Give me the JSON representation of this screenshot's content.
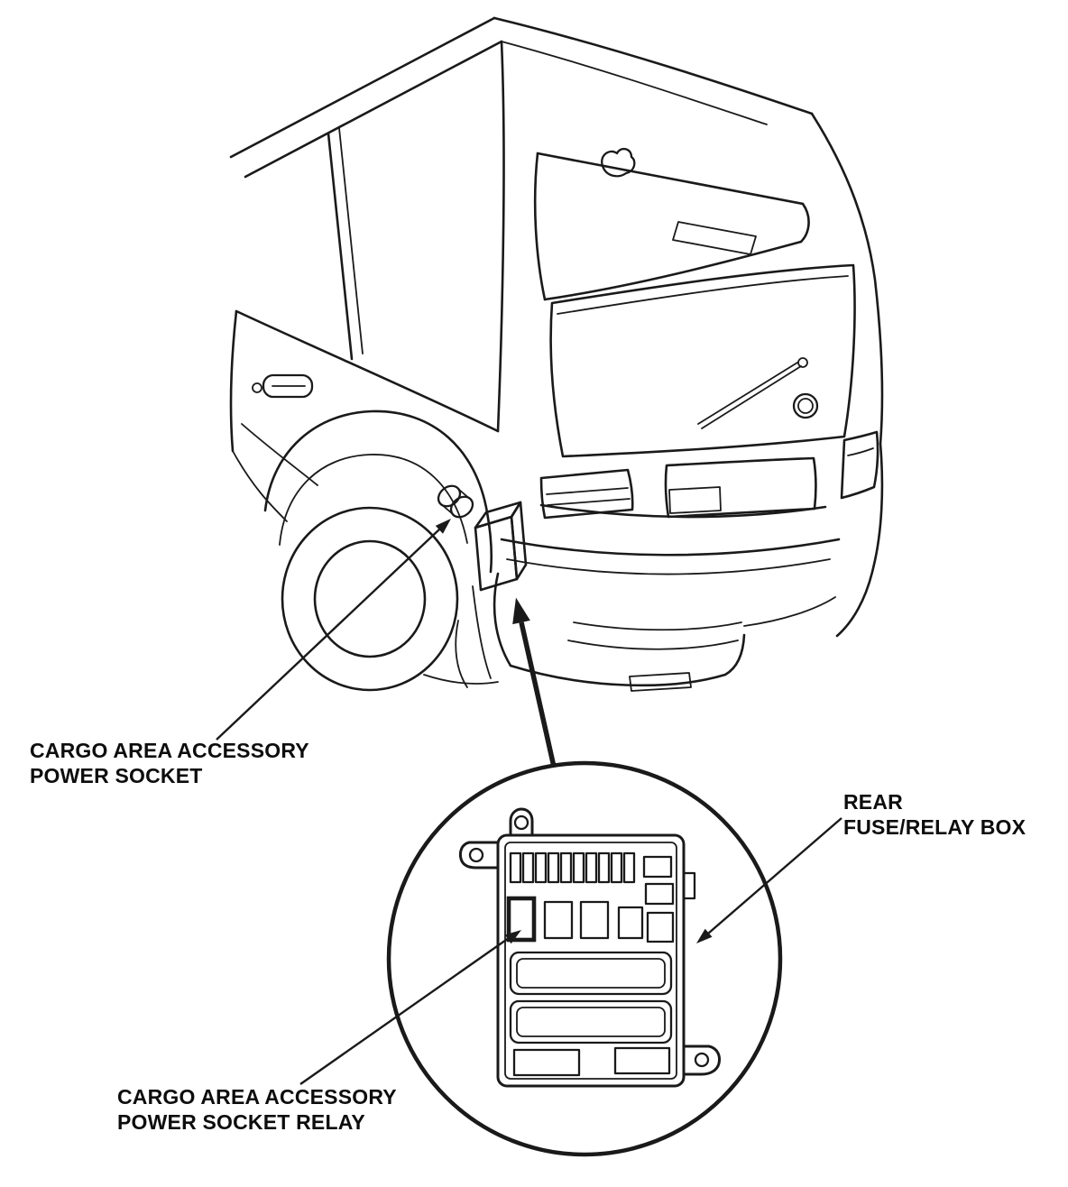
{
  "diagram": {
    "kind": "vehicle-service-illustration",
    "subject": "Rear view of SUV showing cargo area accessory power socket and rear fuse/relay box detail",
    "colors": {
      "background": "#ffffff",
      "line": "#1a1a1a",
      "text": "#0d0d0d"
    },
    "labels": {
      "cargo_socket": {
        "line1": "CARGO AREA ACCESSORY",
        "line2": "POWER SOCKET"
      },
      "rear_fuse_box": {
        "line1": "REAR",
        "line2": "FUSE/RELAY BOX"
      },
      "socket_relay": {
        "line1": "CARGO AREA ACCESSORY",
        "line2": "POWER SOCKET RELAY"
      }
    }
  }
}
